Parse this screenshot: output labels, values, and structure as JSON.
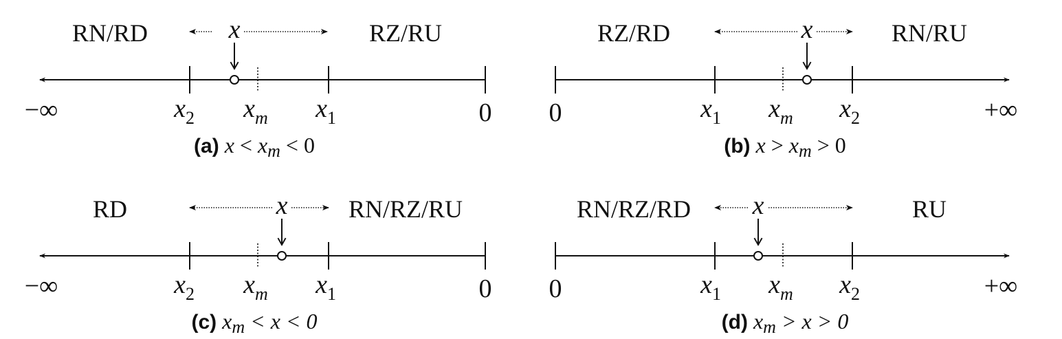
{
  "panels": [
    {
      "id": "a",
      "direction": "negative",
      "left_label": "RN/RD",
      "right_label": "RZ/RU",
      "end_label": "−∞",
      "zero_label": "0",
      "tick_left": {
        "var": "x",
        "sub": "2"
      },
      "tick_right": {
        "var": "x",
        "sub": "1"
      },
      "mid": {
        "var": "x",
        "sub": "m"
      },
      "point": {
        "var": "x"
      },
      "caption_tag": "(a)",
      "caption": "x < xm < 0",
      "caption_parts": [
        "x",
        " < ",
        "x",
        "m",
        " < 0"
      ]
    },
    {
      "id": "b",
      "direction": "positive",
      "left_label": "RZ/RD",
      "right_label": "RN/RU",
      "end_label": "+∞",
      "zero_label": "0",
      "tick_left": {
        "var": "x",
        "sub": "1"
      },
      "tick_right": {
        "var": "x",
        "sub": "2"
      },
      "mid": {
        "var": "x",
        "sub": "m"
      },
      "point": {
        "var": "x"
      },
      "caption_tag": "(b)",
      "caption": "x > xm > 0",
      "caption_parts": [
        "x",
        " > ",
        "x",
        "m",
        " > 0"
      ]
    },
    {
      "id": "c",
      "direction": "negative",
      "left_label": "RD",
      "right_label": "RN/RZ/RU",
      "end_label": "−∞",
      "zero_label": "0",
      "tick_left": {
        "var": "x",
        "sub": "2"
      },
      "tick_right": {
        "var": "x",
        "sub": "1"
      },
      "mid": {
        "var": "x",
        "sub": "m"
      },
      "point": {
        "var": "x"
      },
      "caption_tag": "(c)",
      "caption": "xm < x < 0",
      "caption_parts": [
        "x",
        "m",
        " < x < 0"
      ]
    },
    {
      "id": "d",
      "direction": "positive",
      "left_label": "RN/RZ/RD",
      "right_label": "RU",
      "end_label": "+∞",
      "zero_label": "0",
      "tick_left": {
        "var": "x",
        "sub": "1"
      },
      "tick_right": {
        "var": "x",
        "sub": "2"
      },
      "mid": {
        "var": "x",
        "sub": "m"
      },
      "point": {
        "var": "x"
      },
      "caption_tag": "(d)",
      "caption": "xm > x > 0",
      "caption_parts": [
        "x",
        "m",
        " > x > 0"
      ]
    }
  ]
}
